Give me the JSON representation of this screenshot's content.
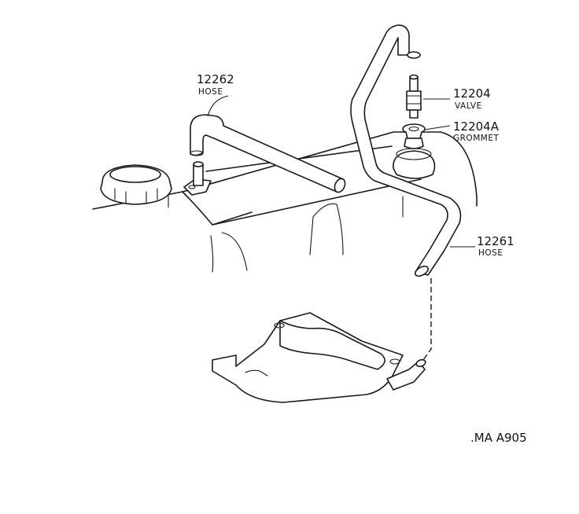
{
  "callouts": [
    {
      "part_no": "12262",
      "name": "HOSE"
    },
    {
      "part_no": "12204",
      "name": "VALVE"
    },
    {
      "part_no": "12204A",
      "name": "GROMMET"
    },
    {
      "part_no": "12261",
      "name": "HOSE"
    }
  ],
  "diagram_code": ".MA A905"
}
